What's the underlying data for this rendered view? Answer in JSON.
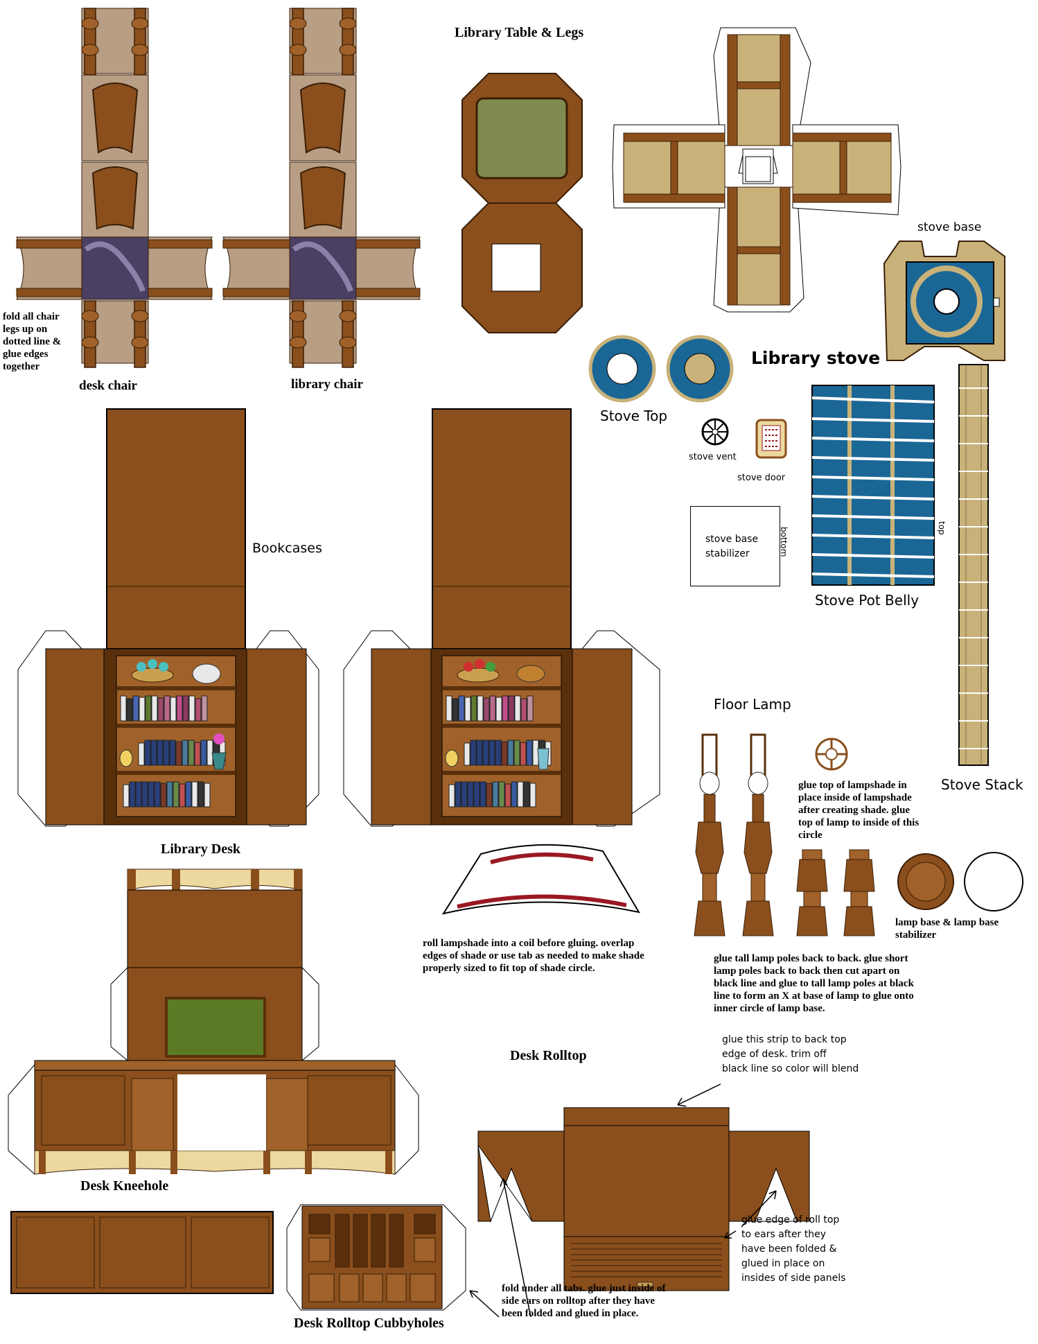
{
  "colors": {
    "wood": "#8a4f1c",
    "wood_dark": "#5a300c",
    "wood_mid": "#a0622a",
    "tan": "#c9b27a",
    "beige": "#b79e84",
    "olive": "#7f8a4f",
    "green_leather": "#5c7a25",
    "blue": "#1a6796",
    "cream": "#ecd9a0",
    "shade_red": "#9a1822"
  },
  "icons": [
    "desk-chair-icon",
    "library-chair-icon",
    "table-top-icon",
    "table-legs-icon",
    "stove-base-icon",
    "stove-top-icon",
    "stove-vent-icon",
    "stove-door-icon",
    "pot-belly-icon",
    "stove-stack-icon",
    "bookcase-icon",
    "lamp-pole-icon",
    "lampshade-icon",
    "desk-icon",
    "rolltop-icon",
    "arrow-icon"
  ],
  "labels": {
    "library_table": "Library Table & Legs",
    "desk_chair": "desk chair",
    "library_chair": "library chair",
    "stove_base": "stove base",
    "library_stove": "Library stove",
    "stove_top": "Stove Top",
    "stove_vent": "stove vent",
    "stove_door": "stove door",
    "stove_base_stabilizer": "stove base\nstabilizer",
    "bottom": "bottom",
    "top": "top",
    "stove_pot_belly": "Stove Pot Belly",
    "bookcases": "Bookcases",
    "floor_lamp": "Floor Lamp",
    "stove_stack": "Stove Stack",
    "library_desk": "Library Desk",
    "desk_rolltop": "Desk Rolltop",
    "desk_kneehole": "Desk Kneehole",
    "desk_rolltop_cubbyholes": "Desk Rolltop Cubbyholes",
    "lamp_base": "lamp base & lamp base\nstabilizer"
  },
  "notes": {
    "chair_fold": "fold all chair\nlegs up on\ndotted line &\nglue edges\ntogether",
    "lampshade_top": "glue top of lampshade in\nplace inside of lampshade\nafter creating shade. glue\ntop of lamp to inside of this\ncircle",
    "lampshade_roll": "roll lampshade into a coil before gluing. overlap\nedges of shade or use tab as needed to make shade\nproperly sized to fit top of shade circle.",
    "lamp_poles": "glue tall lamp poles back to back. glue short\nlamp poles back to back then cut apart on\nblack line and glue to tall lamp poles at black\nline to form an X at base of lamp to glue onto\ninner circle of lamp base.",
    "rolltop_strip": "glue this strip to back top\nedge of desk. trim off\nblack line so color will blend",
    "rolltop_ears": "glue edge of roll top\nto ears after they\nhave been folded &\nglued in place on\ninsides of side panels",
    "cubby_tabs": "fold under all tabs. glue just inside of\nside ears on rolltop after they have\nbeen folded and glued in place."
  }
}
